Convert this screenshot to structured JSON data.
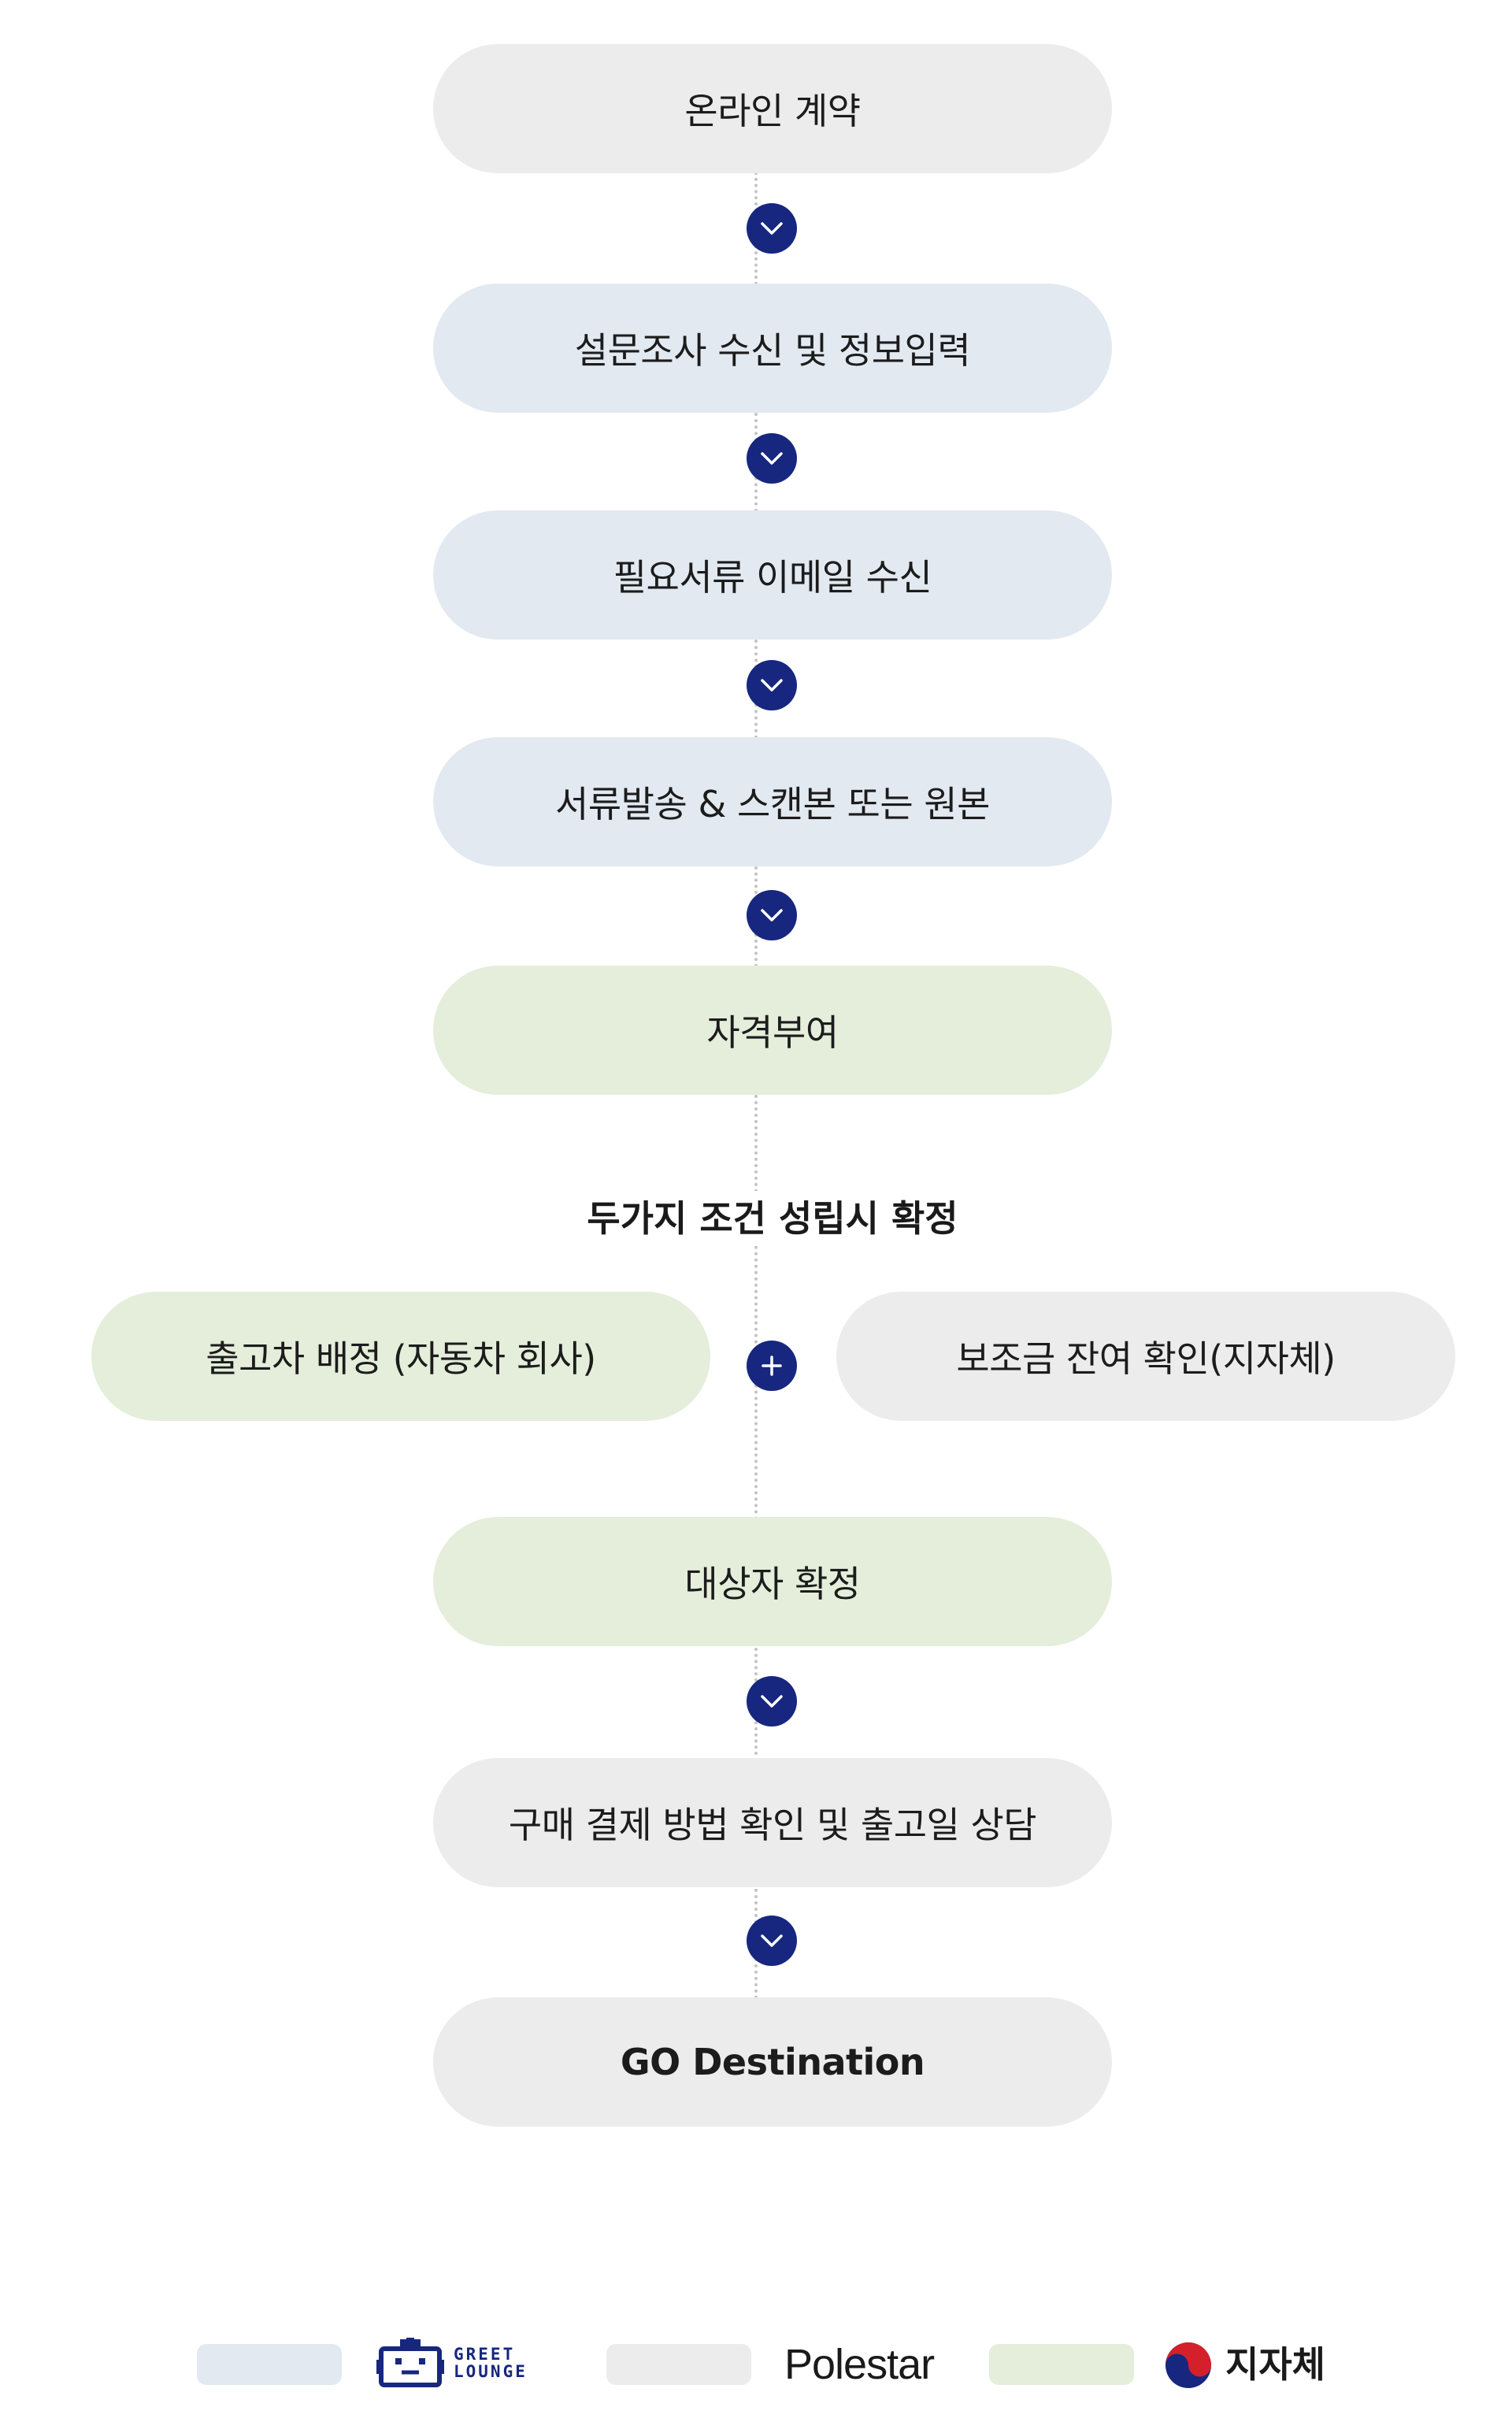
{
  "steps": [
    {
      "label": "온라인 계약"
    },
    {
      "label": "설문조사 수신 및 정보입력"
    },
    {
      "label": "필요서류 이메일 수신"
    },
    {
      "label": "서류발송 & 스캔본 또는 원본"
    },
    {
      "label": "자격부여"
    }
  ],
  "condition": {
    "title": "두가지 조건 성립시 확정",
    "left_label": "출고차 배정 (자동차 회사)",
    "right_label": "보조금 잔여 확인(지자체)"
  },
  "final_steps": [
    {
      "label": "대상자 확정"
    },
    {
      "label": "구매 결제 방법 확인 및 출고일 상담"
    },
    {
      "label": "GO Destination"
    }
  ],
  "legend": {
    "greet_lounge": {
      "logo_text_top": "GREET",
      "logo_text_bottom": "LOUNGE",
      "color": "#e2e9f1"
    },
    "polestar": {
      "label": "Polestar",
      "color": "#ececec"
    },
    "local_gov": {
      "label": "지자체",
      "color": "#e4eedb"
    }
  },
  "colors": {
    "node": "#17277f",
    "gray": "#ececec",
    "blue": "#e2e9f1",
    "green": "#e4eedb"
  },
  "icons": {
    "step_connector": "chevron-down-icon",
    "condition_join": "plus-icon"
  }
}
